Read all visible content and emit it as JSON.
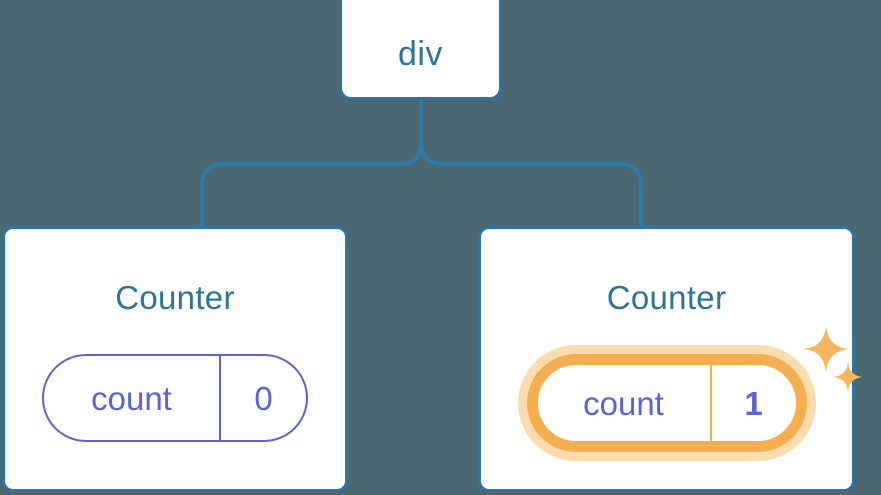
{
  "diagram": {
    "type": "component-tree",
    "background_color": "#4b6872",
    "accent_color": "#2e7499",
    "state_color": "#5b63d3",
    "highlight_color": "#f5ae4f",
    "highlight_glow_color": "#fbdcae",
    "root": {
      "label": "div"
    },
    "children": [
      {
        "title": "Counter",
        "state": {
          "key": "count",
          "value": "0"
        },
        "highlighted": false,
        "sparkles": false
      },
      {
        "title": "Counter",
        "state": {
          "key": "count",
          "value": "1"
        },
        "highlighted": true,
        "sparkles": true
      }
    ],
    "icons": {
      "sparkle_large": "sparkle-icon",
      "sparkle_small": "sparkle-icon"
    }
  }
}
